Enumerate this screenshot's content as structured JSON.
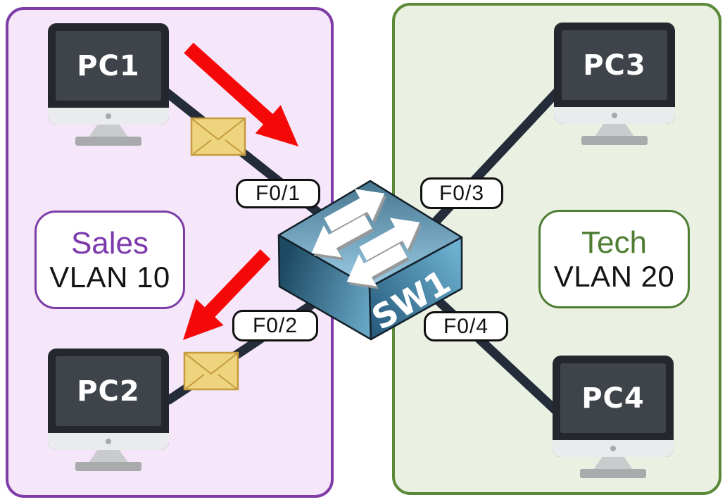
{
  "zones": {
    "sales": {
      "label": "Sales",
      "vlan_label": "VLAN 10"
    },
    "tech": {
      "label": "Tech",
      "vlan_label": "VLAN 20"
    }
  },
  "devices": {
    "pc1": {
      "label": "PC1"
    },
    "pc2": {
      "label": "PC2"
    },
    "pc3": {
      "label": "PC3"
    },
    "pc4": {
      "label": "PC4"
    },
    "switch": {
      "label": "SW1"
    }
  },
  "ports": {
    "f0_1": {
      "label": "F0/1"
    },
    "f0_2": {
      "label": "F0/2"
    },
    "f0_3": {
      "label": "F0/3"
    },
    "f0_4": {
      "label": "F0/4"
    }
  },
  "colors": {
    "sales_panel_bg": "#f5e6fa",
    "sales_panel_border": "#7d3ca6",
    "sales_accent": "#7c3aad",
    "tech_panel_bg": "#eaf1e2",
    "tech_panel_border": "#5a8a37",
    "tech_accent": "#4e7d33",
    "link": "#232c38",
    "traffic_arrow": "#f50808",
    "envelope_fill": "#eed47e",
    "envelope_border": "#c49b3e",
    "switch_blue_light": "#8fc3de",
    "switch_blue_dark": "#235068"
  }
}
